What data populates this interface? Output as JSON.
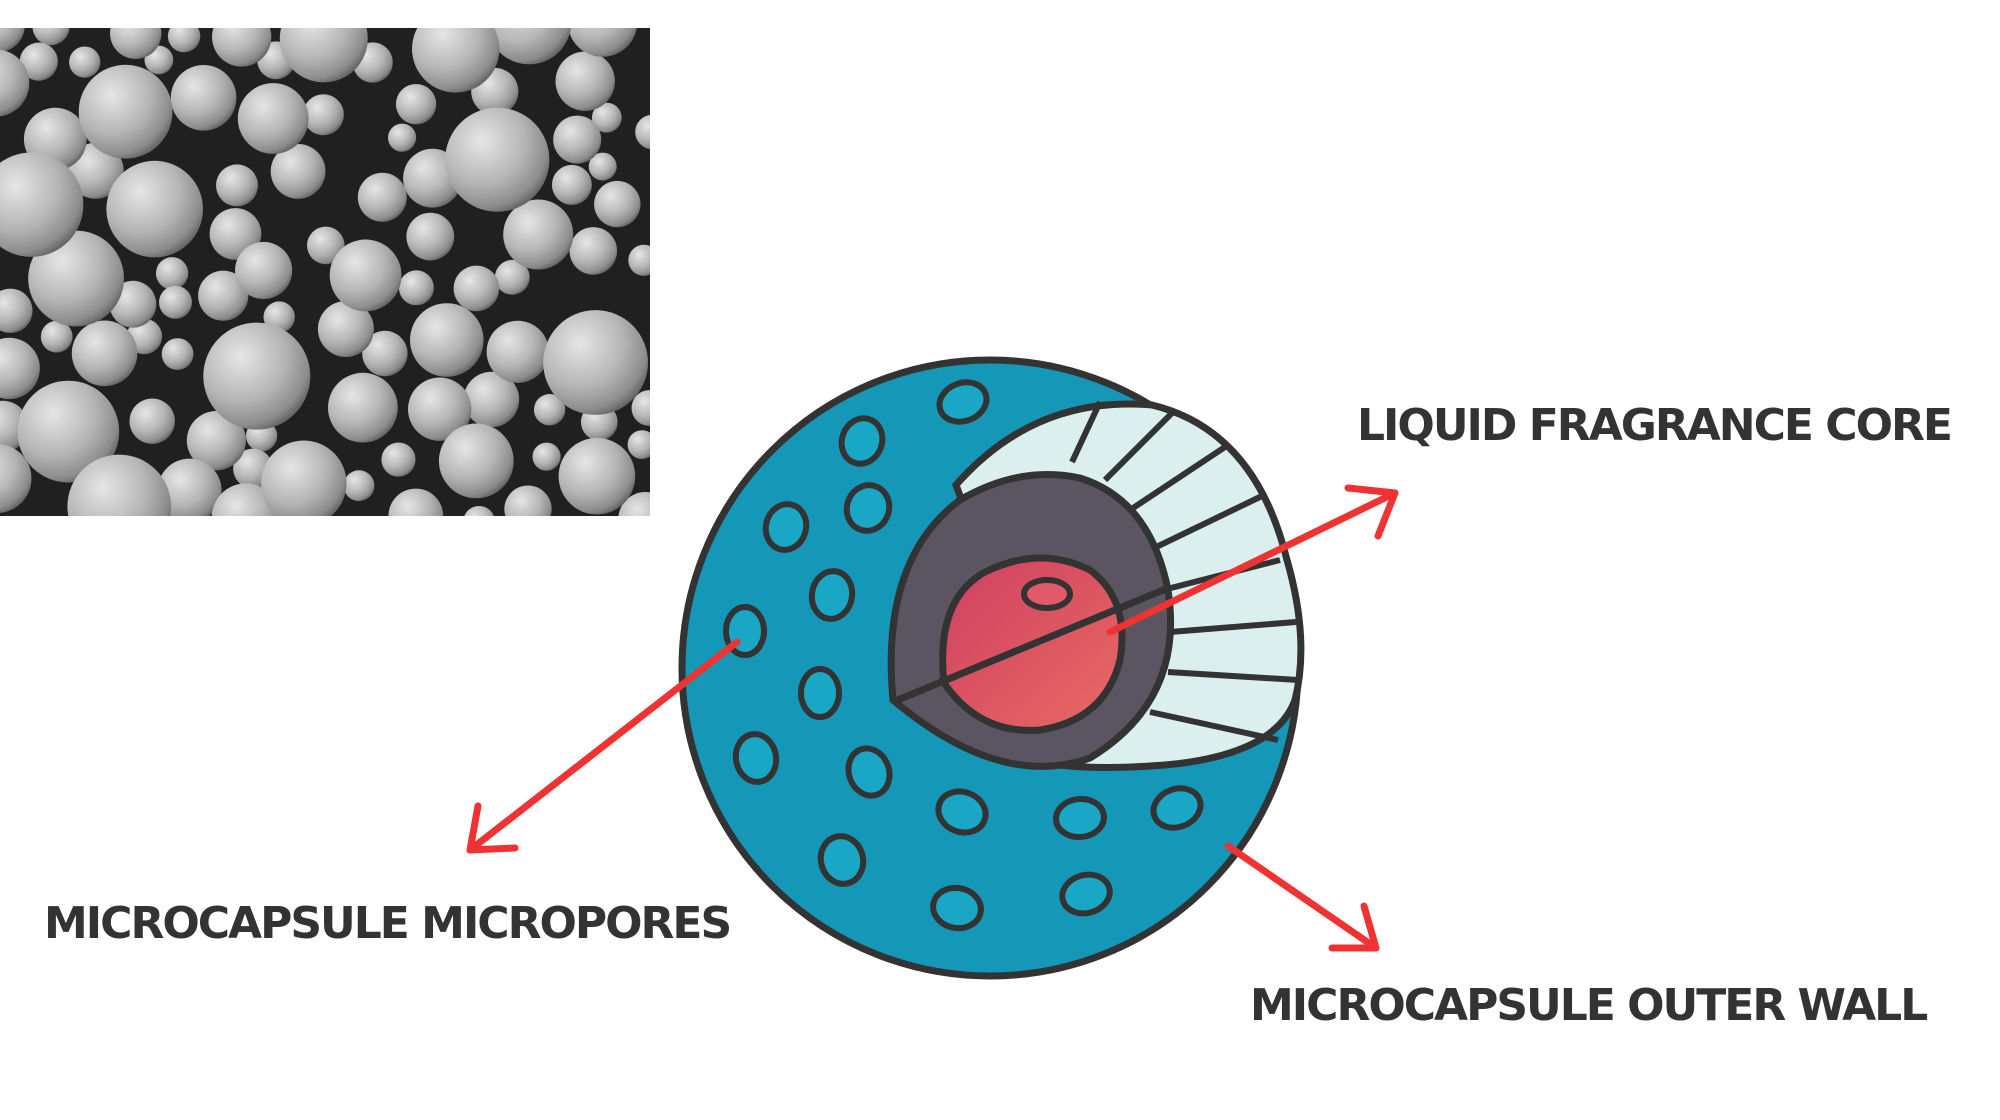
{
  "labels": {
    "core": "LIQUID FRAGRANCE CORE",
    "pores": "MICROCAPSULE MICROPORES",
    "wall": "MICROCAPSULE OUTER WALL"
  },
  "colors": {
    "outer_wall": "#1597b8",
    "pore": "#1aa7c6",
    "outline": "#333333",
    "segments": "#dcefef",
    "inner_shell": "#5b5561",
    "core": "#d64b62",
    "arrow": "#ef3232",
    "label_text": "#333333"
  },
  "photo": {
    "description_icon": "microcapsule-sem-photo"
  }
}
